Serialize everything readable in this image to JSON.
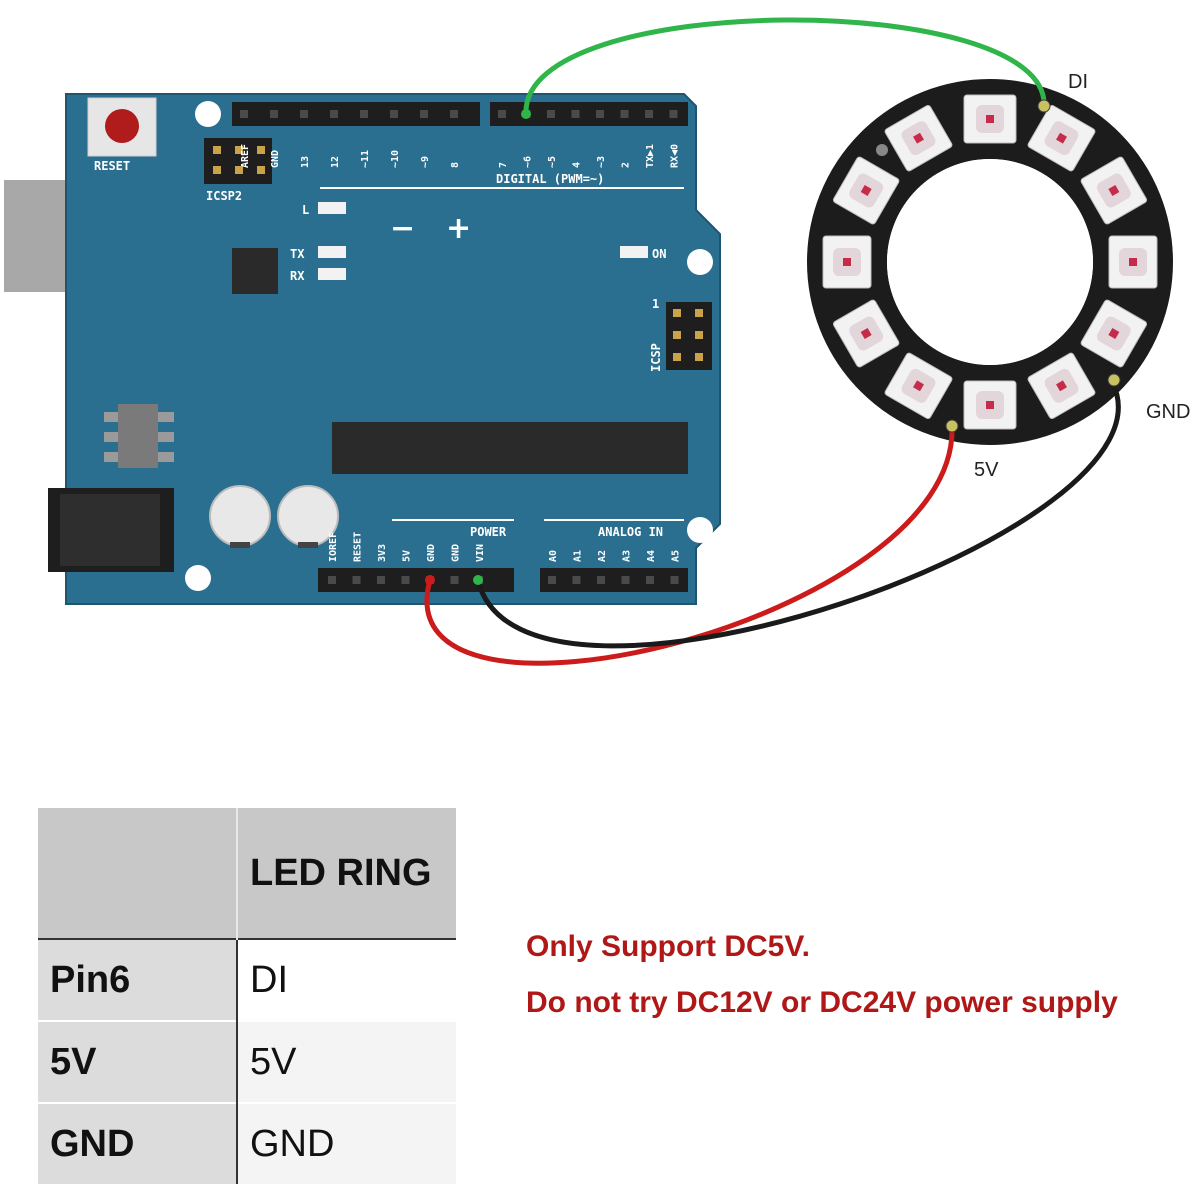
{
  "board": {
    "reset_label": "RESET",
    "icsp2_label": "ICSP2",
    "icsp_label": "ICSP",
    "icsp_pin1": "1",
    "l_label": "L",
    "tx_label": "TX",
    "rx_label": "RX",
    "on_label": "ON",
    "minus": "−",
    "plus": "+",
    "digital_label": "DIGITAL (PWM=~)",
    "power_label": "POWER",
    "analog_label": "ANALOG IN",
    "digital_pins": [
      "AREF",
      "GND",
      "13",
      "12",
      "~11",
      "~10",
      "~9",
      "8",
      "7",
      "~6",
      "~5",
      "4",
      "~3",
      "2",
      "TX▶1",
      "RX◀0"
    ],
    "power_pins": [
      "IOREF",
      "RESET",
      "3V3",
      "5V",
      "GND",
      "GND",
      "VIN"
    ],
    "analog_pins": [
      "A0",
      "A1",
      "A2",
      "A3",
      "A4",
      "A5"
    ]
  },
  "ring": {
    "led_count": 12,
    "di_label": "DI",
    "gnd_label": "GND",
    "v5_label": "5V"
  },
  "colors": {
    "board": "#2b6f90",
    "data_wire": "#2fb54a",
    "power_wire": "#cc1b1b",
    "ground_wire": "#1a1a1a",
    "ring": "#1c1c1c",
    "notice": "#b01818"
  },
  "table": {
    "header": [
      "",
      "LED RING"
    ],
    "rows": [
      [
        "Pin6",
        "DI"
      ],
      [
        "5V",
        "5V"
      ],
      [
        "GND",
        "GND"
      ]
    ]
  },
  "notice": {
    "line1": "Only Support DC5V.",
    "line2": "Do not try DC12V or DC24V power supply"
  }
}
